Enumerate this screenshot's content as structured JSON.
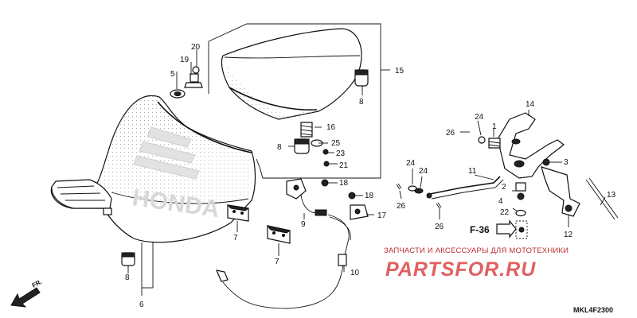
{
  "callouts": {
    "c1": "1",
    "c2": "2",
    "c3": "3",
    "c4": "4",
    "c5": "5",
    "c6": "6",
    "c7a": "7",
    "c7b": "7",
    "c8a": "8",
    "c8b": "8",
    "c8c": "8",
    "c9": "9",
    "c10": "10",
    "c11": "11",
    "c12": "12",
    "c13": "13",
    "c14": "14",
    "c15": "15",
    "c16": "16",
    "c17": "17",
    "c18a": "18",
    "c18b": "18",
    "c19": "19",
    "c20": "20",
    "c21": "21",
    "c22": "22",
    "c23": "23",
    "c24a": "24",
    "c24b": "24",
    "c24c": "24",
    "c25": "25",
    "c26a": "26",
    "c26b": "26",
    "c26c": "26"
  },
  "reference": "F-36",
  "direction_label": "FR.",
  "logo_text": "HONDA",
  "watermark": {
    "tagline": "ЗАПЧАСТИ И АКСЕССУАРЫ ДЛЯ МОТОТЕХНИКИ",
    "brand": "PARTSFOR.RU"
  },
  "diagram_code": "MKL4F2300"
}
